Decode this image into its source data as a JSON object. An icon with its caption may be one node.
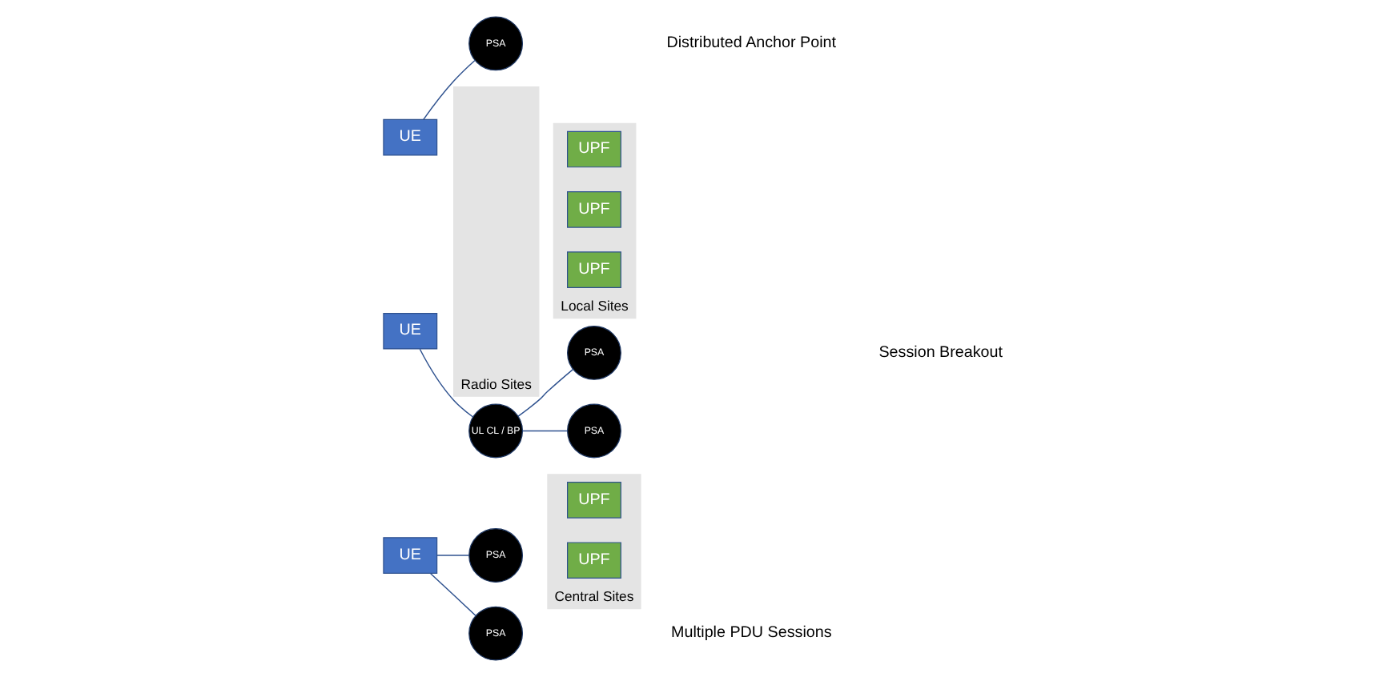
{
  "diagram": {
    "nodes": [
      {
        "text": [
          "Radio Sites"
        ]
      },
      {
        "text": [
          "Local Sites"
        ]
      },
      {
        "text": [
          "Central Sites"
        ]
      },
      {
        "text": [
          "UE"
        ]
      },
      {
        "text": [
          "UPF"
        ],
        "in": 1
      },
      {
        "text": [
          "PSA"
        ]
      },
      {
        "text": [
          "UE"
        ]
      },
      {
        "text": [
          "UPF"
        ],
        "in": 1
      },
      {
        "text": [
          "PSA"
        ]
      },
      {
        "text": [
          "UL CL / BP"
        ]
      },
      {
        "text": [
          "UPF"
        ],
        "in": 2
      },
      {
        "text": [
          "PSA"
        ]
      },
      {
        "text": [
          "UE"
        ]
      },
      {
        "text": [
          "UPF"
        ],
        "in": 1
      },
      {
        "text": [
          "PSA"
        ]
      },
      {
        "text": [
          "UPF"
        ],
        "in": 2
      },
      {
        "text": [
          "PSA"
        ]
      }
    ],
    "edges": [
      {
        "from": 3,
        "to": 5,
        "arrow": "none"
      },
      {
        "from": 6,
        "to": 9,
        "arrow": "none"
      },
      {
        "from": 9,
        "to": 8,
        "arrow": "none"
      },
      {
        "from": 9,
        "to": 11,
        "arrow": "none"
      },
      {
        "from": 12,
        "to": 14,
        "arrow": "none"
      },
      {
        "from": 12,
        "to": 16,
        "arrow": "none"
      }
    ],
    "labels": [
      "Distributed Anchor Point",
      "Session Breakout",
      "Multiple PDU Sessions"
    ]
  }
}
